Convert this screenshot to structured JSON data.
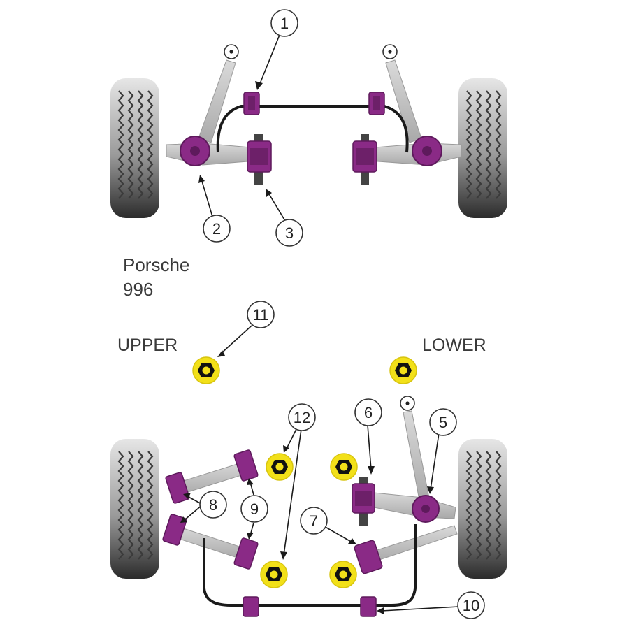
{
  "labels": {
    "make": "Porsche",
    "model": "996",
    "upper": "UPPER",
    "lower": "LOWER"
  },
  "callouts": [
    "1",
    "2",
    "3",
    "5",
    "6",
    "7",
    "8",
    "9",
    "10",
    "11",
    "12"
  ],
  "colors": {
    "bush_purple": "#8a2a86",
    "bush_purple_dark": "#5e1a5c",
    "arm_grey": "#c9c9c9",
    "tyre_dark": "#3a3a3a",
    "tyre_light": "#e3e3e3",
    "bar_black": "#1a1a1a",
    "washer_yellow": "#f2e019"
  },
  "icons": [
    "tyre-icon",
    "polyurethane-bush-icon",
    "anti-roll-bar-icon",
    "mount-washer-icon",
    "pivot-point-icon"
  ]
}
